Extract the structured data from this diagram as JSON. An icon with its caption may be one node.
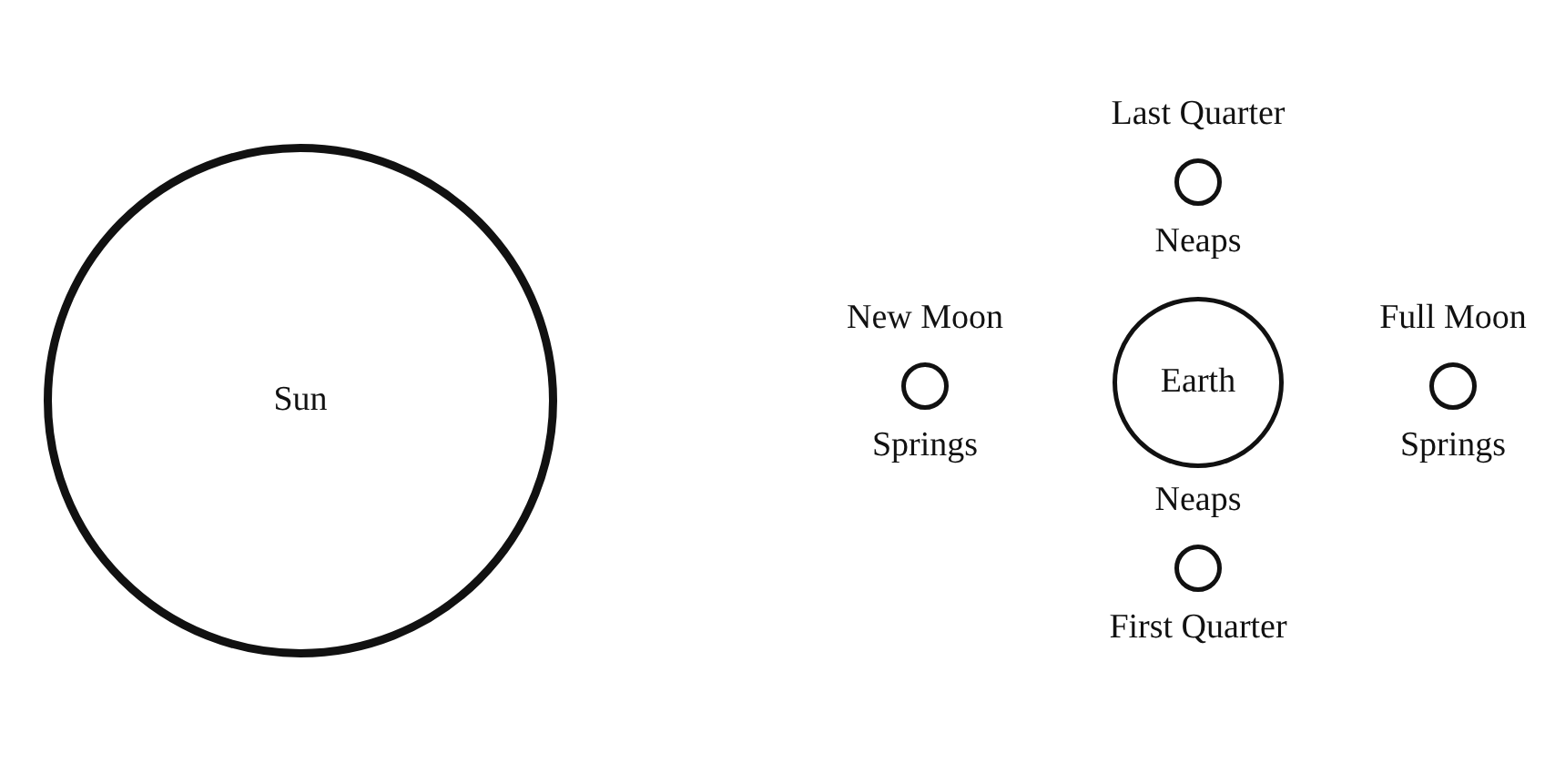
{
  "diagram": {
    "nodes": [
      {
        "text": [
          "Sun"
        ]
      },
      {
        "text": [
          "Last Quarter"
        ],
        "beside": [
          "Neaps"
        ]
      },
      {
        "text": [
          "New Moon"
        ],
        "beside": [
          "Springs"
        ]
      },
      {
        "text": [
          "Earth"
        ]
      },
      {
        "text": [
          "Full Moon"
        ],
        "beside": [
          "Springs"
        ]
      },
      {
        "text": [
          "First Quarter"
        ],
        "beside": [
          "Neaps"
        ]
      }
    ]
  }
}
